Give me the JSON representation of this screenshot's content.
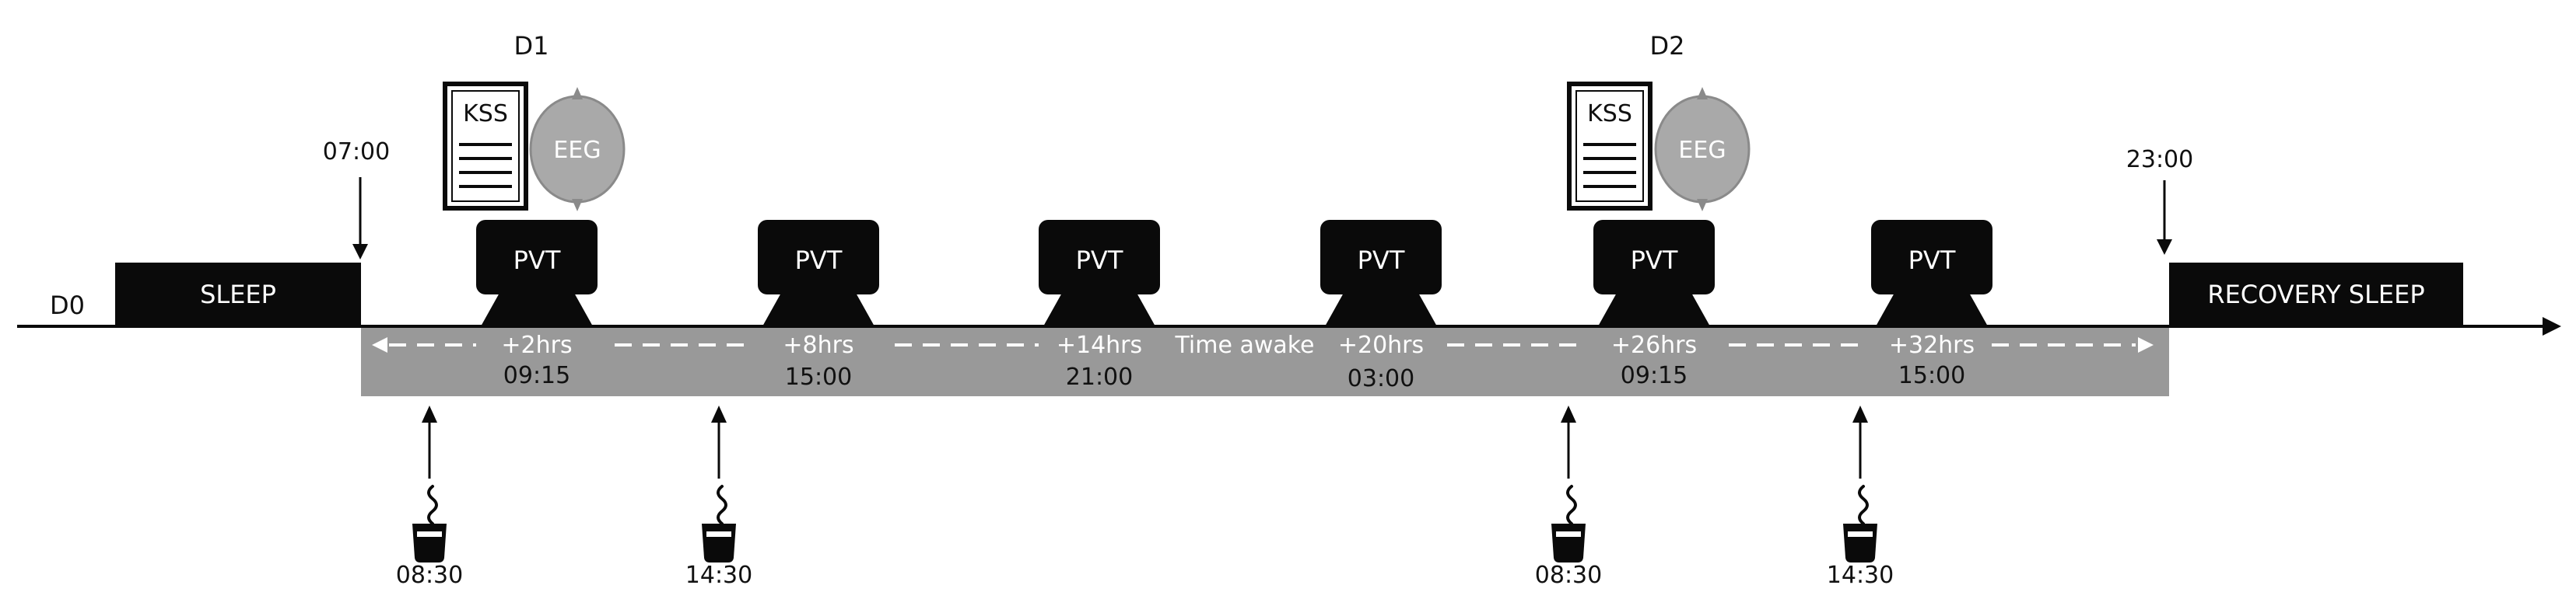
{
  "day_labels": {
    "d0": "D0",
    "d1": "D1",
    "d2": "D2"
  },
  "sleep": {
    "label": "SLEEP",
    "recovery_label": "RECOVERY SLEEP"
  },
  "wake_markers": [
    {
      "time": "07:00"
    },
    {
      "time": "23:00"
    }
  ],
  "time_awake_label": "Time awake",
  "pvt_sessions": [
    {
      "label": "PVT",
      "offset": "+2hrs",
      "clock": "09:15"
    },
    {
      "label": "PVT",
      "offset": "+8hrs",
      "clock": "15:00"
    },
    {
      "label": "PVT",
      "offset": "+14hrs",
      "clock": "21:00"
    },
    {
      "label": "PVT",
      "offset": "+20hrs",
      "clock": "03:00"
    },
    {
      "label": "PVT",
      "offset": "+26hrs",
      "clock": "09:15"
    },
    {
      "label": "PVT",
      "offset": "+32hrs",
      "clock": "15:00"
    }
  ],
  "assessments": [
    {
      "day": "D1",
      "kss_label": "KSS",
      "eeg_label": "EEG"
    },
    {
      "day": "D2",
      "kss_label": "KSS",
      "eeg_label": "EEG"
    }
  ],
  "caffeine_doses": [
    {
      "time": "08:30",
      "icon": "coffee-cup-icon"
    },
    {
      "time": "14:30",
      "icon": "coffee-cup-icon"
    },
    {
      "time": "08:30",
      "icon": "coffee-cup-icon"
    },
    {
      "time": "14:30",
      "icon": "coffee-cup-icon"
    }
  ],
  "colors": {
    "black": "#0a0a0a",
    "band": "#999999",
    "eeg": "#a9a9a9",
    "eeg_stroke": "#8a8a8a",
    "dash": "#ffffff"
  }
}
